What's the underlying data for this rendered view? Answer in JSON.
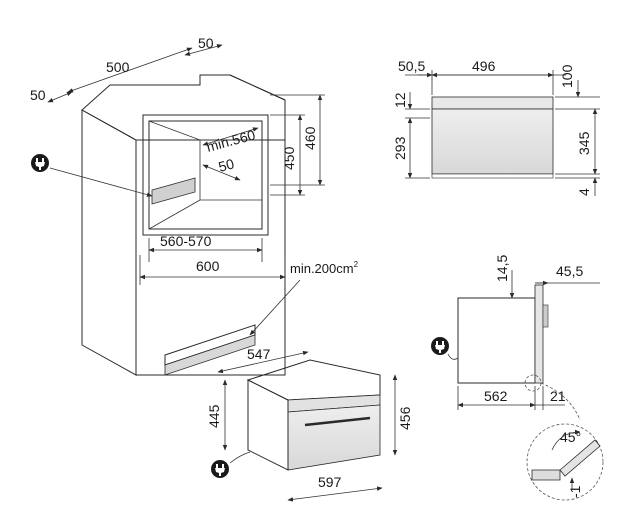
{
  "cabinet": {
    "top_depth": "500",
    "top_offset_right": "50",
    "top_offset_left": "50",
    "niche_min_depth": "min.560",
    "niche_inner_offset": "50",
    "niche_height_a": "450",
    "niche_height_b": "460",
    "niche_width": "560-570",
    "cabinet_width": "600",
    "vent_area": "min.200cm",
    "vent_area_sup": "2"
  },
  "front_view": {
    "left_gap": "50,5",
    "width": "496",
    "top_gap": "100",
    "panel_height": "12",
    "body_height": "293",
    "total_height": "345",
    "bottom_gap": "4"
  },
  "oven_3d": {
    "depth": "547",
    "height_left": "445",
    "height_right": "456",
    "width": "597"
  },
  "side_view": {
    "top_offset": "14,5",
    "front_depth": "45,5",
    "body_depth": "562",
    "door_depth": "21",
    "angle": "45°",
    "clearance": "-1"
  },
  "colors": {
    "line": "#2a2a2a",
    "panel_fill": "#e2e2e2",
    "vent_fill": "#d0d0d0"
  },
  "icons": [
    "plug-icon",
    "plug-icon",
    "plug-icon"
  ]
}
